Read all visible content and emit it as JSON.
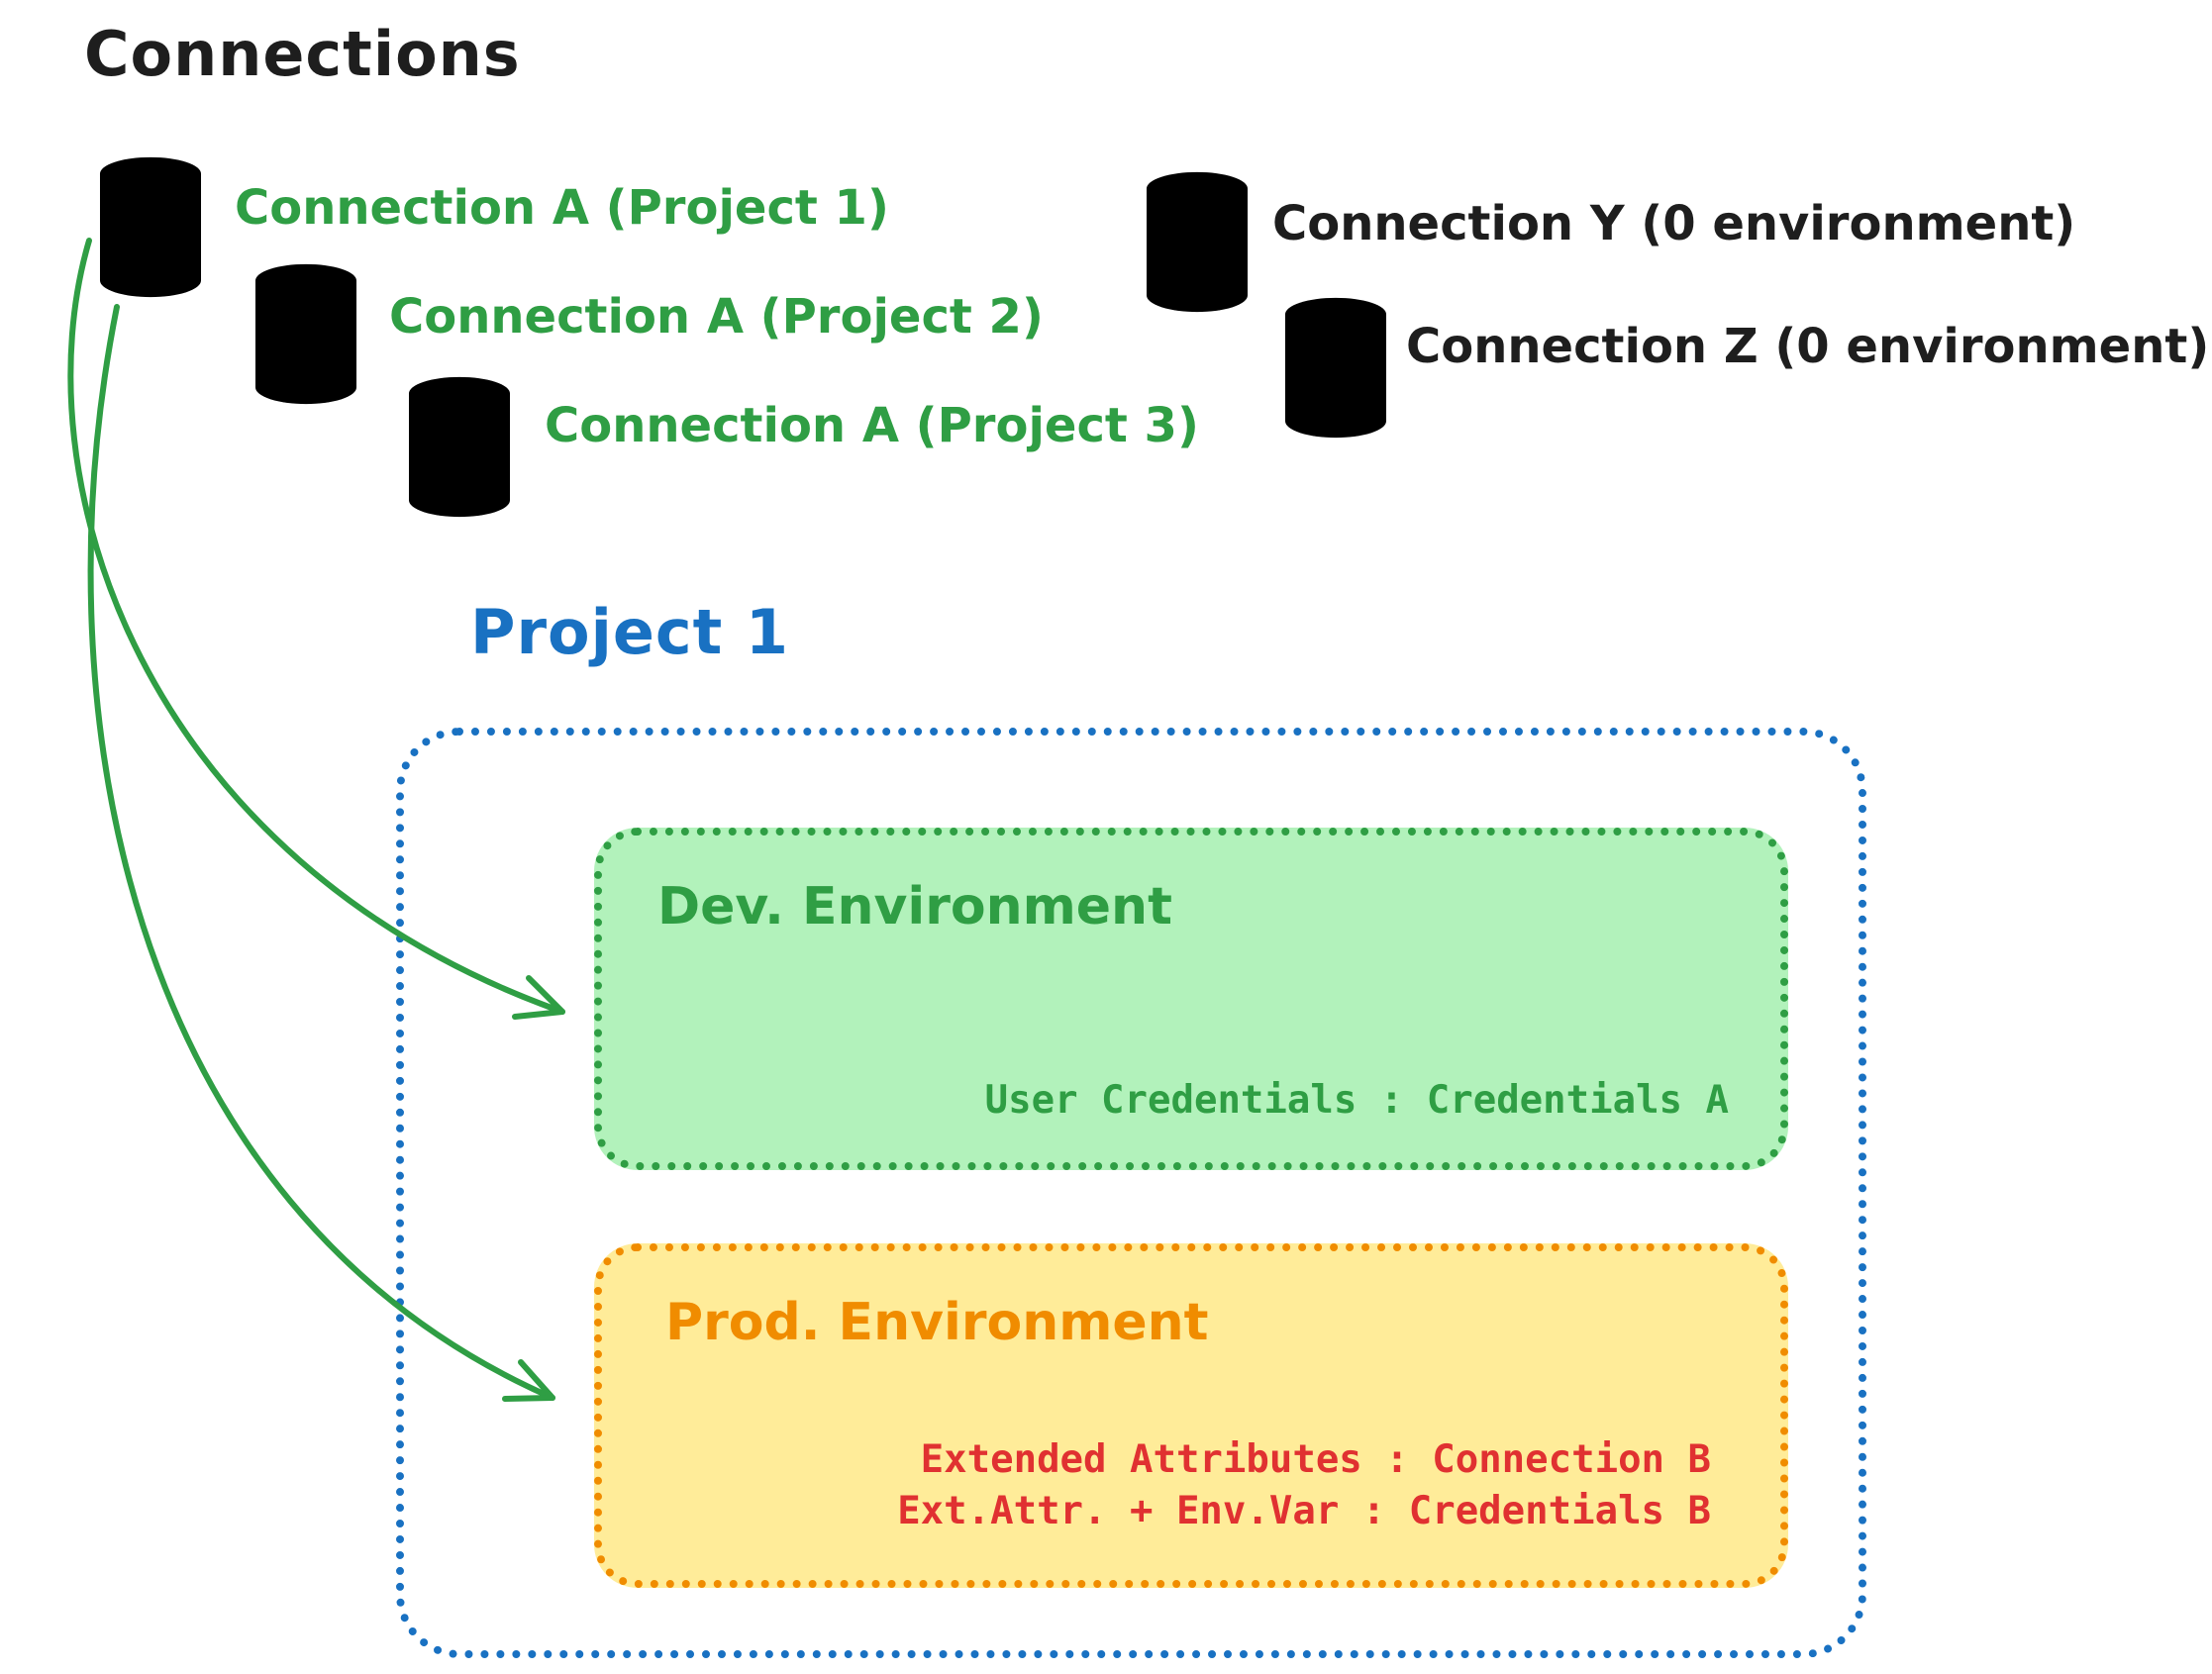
{
  "title": "Connections",
  "colors": {
    "text_black": "#1e1e1e",
    "green_stroke": "#2f9e44",
    "green_fill": "#b2f2bb",
    "gray_fill": "#e9ecef",
    "blue": "#1971c2",
    "orange_stroke": "#f08c00",
    "yellow_fill": "#ffec99",
    "red": "#e03131"
  },
  "icons": {
    "green_database": "database-icon",
    "gray_database": "database-icon",
    "arrow": "curved-arrow"
  },
  "connections_green": [
    {
      "label": "Connection A (Project 1)"
    },
    {
      "label": "Connection A (Project 2)"
    },
    {
      "label": "Connection A (Project 3)"
    }
  ],
  "connections_gray": [
    {
      "label": "Connection Y (0 environment)"
    },
    {
      "label": "Connection Z (0 environment)"
    }
  ],
  "project": {
    "title": "Project 1",
    "dev_environment": {
      "title": "Dev. Environment",
      "credentials_line": "User Credentials : Credentials A"
    },
    "prod_environment": {
      "title": "Prod. Environment",
      "lines": [
        "Extended Attributes : Connection B",
        "Ext.Attr. + Env.Var : Credentials B"
      ]
    }
  }
}
